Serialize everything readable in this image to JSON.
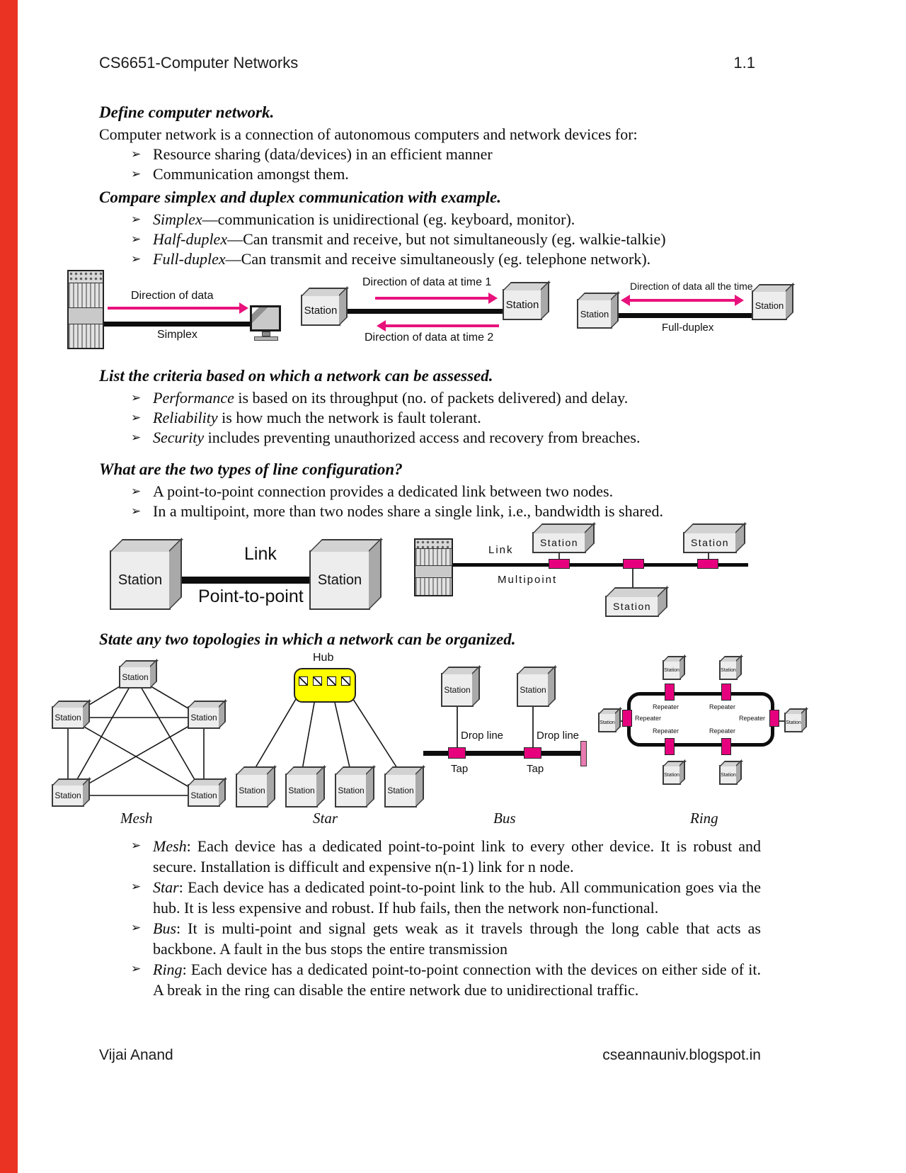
{
  "page": {
    "left_stripe_color": "#ea3323",
    "header": {
      "title": "CS6651-Computer Networks",
      "page_number": "1.1"
    },
    "footer": {
      "author": "Vijai Anand",
      "website": "cseannauniv.blogspot.in"
    }
  },
  "colors": {
    "arrow_magenta": "#e8127c",
    "tap_magenta": "#e6007e",
    "hub_yellow": "#ffff00",
    "terminator_pink": "#e87bb0"
  },
  "glyphs": {
    "bullet": "➢"
  },
  "labels": {
    "station": "Station",
    "link": "Link",
    "hub": "Hub",
    "tap": "Tap",
    "drop_line": "Drop line",
    "repeater": "Repeater"
  },
  "q1": {
    "heading": "Define computer network.",
    "intro": "Computer network is a connection of autonomous computers and network devices for:",
    "bullets": [
      {
        "lead": "",
        "rest": "Resource sharing (data/devices) in an efficient manner"
      },
      {
        "lead": "",
        "rest": "Communication amongst them."
      }
    ]
  },
  "q2": {
    "heading": "Compare simplex and duplex communication with example.",
    "bullets": [
      {
        "lead": "Simplex",
        "rest": "—communication is unidirectional (eg. keyboard, monitor)."
      },
      {
        "lead": "Half-duplex",
        "rest": "—Can transmit and receive, but not simultaneously (eg. walkie-talkie)"
      },
      {
        "lead": "Full-duplex",
        "rest": "—Can transmit and receive simultaneously (eg. telephone network)."
      }
    ]
  },
  "fig_duplex": {
    "simplex": {
      "arrow_label": "Direction of data",
      "caption": "Simplex"
    },
    "half_duplex": {
      "label_time1": "Direction of data at time 1",
      "label_time2": "Direction of data at time 2"
    },
    "full_duplex": {
      "label_all_time": "Direction of data all the time",
      "caption": "Full-duplex"
    }
  },
  "q3": {
    "heading": "List the criteria based on which a network can be assessed.",
    "bullets": [
      {
        "lead": "Performance",
        "rest": " is based on its throughput (no. of packets delivered) and delay."
      },
      {
        "lead": "Reliability",
        "rest": " is how much the network is fault tolerant."
      },
      {
        "lead": "Security",
        "rest": " includes preventing unauthorized access and recovery from breaches."
      }
    ]
  },
  "q4": {
    "heading": "What are the two types of line configuration?",
    "bullets": [
      {
        "lead": "",
        "rest": "A point-to-point connection provides a dedicated link between two nodes."
      },
      {
        "lead": "",
        "rest": "In a multipoint, more than two nodes share a single link, i.e., bandwidth is shared."
      }
    ]
  },
  "fig_line_config": {
    "p2p": {
      "caption": "Point-to-point"
    },
    "multipoint": {
      "caption": "Multipoint"
    }
  },
  "q5": {
    "heading": "State any two topologies in which a network can be organized.",
    "captions": {
      "mesh": "Mesh",
      "star": "Star",
      "bus": "Bus",
      "ring": "Ring"
    },
    "bullets": [
      {
        "lead": "Mesh",
        "rest": ": Each device has a dedicated point-to-point link to every other device. It is robust and secure. Installation is difficult and expensive n(n-1) link for n node."
      },
      {
        "lead": "Star",
        "rest": ": Each device has a dedicated point-to-point link to the hub. All communication goes via the hub. It is less expensive and robust. If hub fails, then the network non-functional."
      },
      {
        "lead": "Bus",
        "rest": ": It is multi-point and signal gets weak as it travels through the long cable that acts as backbone. A fault in the bus stops the entire transmission"
      },
      {
        "lead": "Ring",
        "rest": ": Each device has a dedicated point-to-point connection with the devices on either side of it. A break in the ring can disable the entire network due to unidirectional traffic."
      }
    ]
  }
}
